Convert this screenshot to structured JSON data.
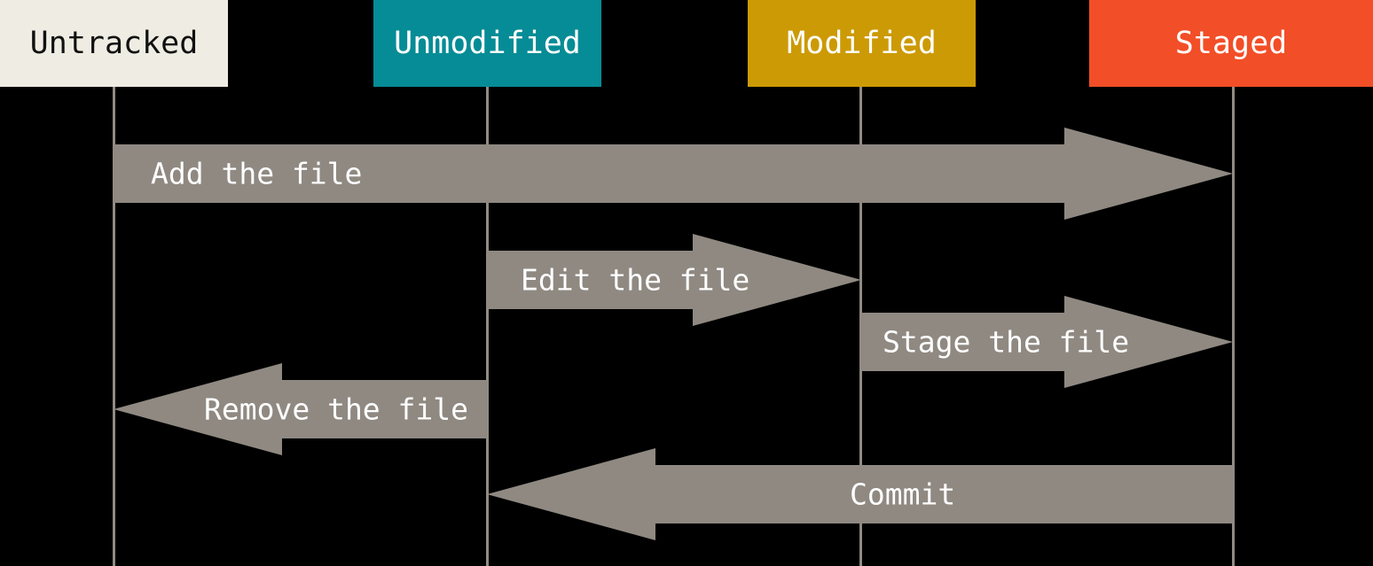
{
  "columns": [
    {
      "id": "untracked",
      "label": "Untracked",
      "bg": "#EFEDE3",
      "text_color": "#111111"
    },
    {
      "id": "unmodified",
      "label": "Unmodified",
      "bg": "#068C96",
      "text_color": "#FFFFFF"
    },
    {
      "id": "modified",
      "label": "Modified",
      "bg": "#CC9A04",
      "text_color": "#FFFFFF"
    },
    {
      "id": "staged",
      "label": "Staged",
      "bg": "#F24E27",
      "text_color": "#FFFFFF"
    }
  ],
  "arrows": [
    {
      "label": "Add the file",
      "from": "untracked",
      "to": "staged",
      "direction": "right"
    },
    {
      "label": "Edit the file",
      "from": "unmodified",
      "to": "modified",
      "direction": "right"
    },
    {
      "label": "Stage the file",
      "from": "modified",
      "to": "staged",
      "direction": "right"
    },
    {
      "label": "Remove the file",
      "from": "unmodified",
      "to": "untracked",
      "direction": "left"
    },
    {
      "label": "Commit",
      "from": "staged",
      "to": "unmodified",
      "direction": "left"
    }
  ],
  "colors": {
    "background": "#000000",
    "arrow": "#8F8982",
    "line": "#918B83",
    "label_text": "#FFFFFF"
  }
}
